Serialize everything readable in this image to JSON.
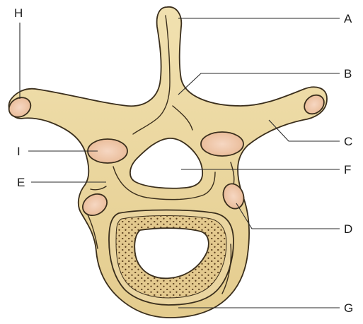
{
  "figure": {
    "labels": [
      {
        "key": "A",
        "text": "A"
      },
      {
        "key": "B",
        "text": "B"
      },
      {
        "key": "C",
        "text": "C"
      },
      {
        "key": "D",
        "text": "D"
      },
      {
        "key": "E",
        "text": "E"
      },
      {
        "key": "F",
        "text": "F"
      },
      {
        "key": "G",
        "text": "G"
      },
      {
        "key": "H",
        "text": "H"
      },
      {
        "key": "I",
        "text": "I"
      }
    ]
  },
  "colors": {
    "bone_fill": "#ecd9a4",
    "bone_shadow": "#d8bf82",
    "articular_facet": "#f2c9ad",
    "cancellous_fill": "#e3c98e",
    "cancellous_dots": "#5a3d1c",
    "outline": "#3a2e1c",
    "leader_line": "#2a2a2a"
  }
}
